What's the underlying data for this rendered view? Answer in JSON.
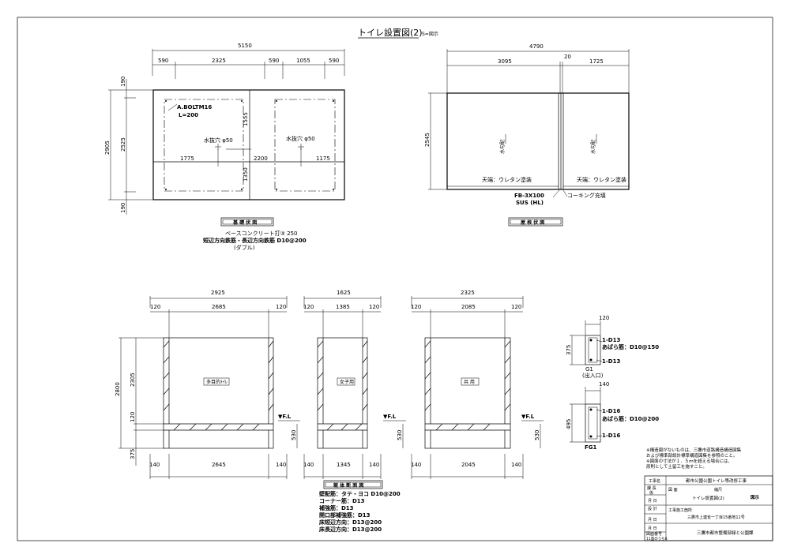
{
  "title": "トイレ設置図(2)",
  "scale": "S=図示",
  "foundation_plan": {
    "overall_width": "5150",
    "segments": [
      "590",
      "2325",
      "590",
      "1055",
      "590"
    ],
    "left_heights": [
      "190",
      "2525",
      "190"
    ],
    "overall_height": "2905",
    "bolt": "A.BOLTM16",
    "bolt_length": "L=200",
    "drain1": "水抜穴 φ50",
    "drain2": "水抜穴 φ50",
    "inner_dims": [
      "1555",
      "1350",
      "1775",
      "2200",
      "1175"
    ],
    "heading": "基 礎 伏 図",
    "notes": [
      "ベースコンクリート打③ 250",
      "短辺方向鉄筋・長辺方向鉄筋 D10@200",
      "(ダブル)"
    ]
  },
  "roof_plan": {
    "overall_width": "4790",
    "segments": [
      "3095",
      "20",
      "1725"
    ],
    "height": "2545",
    "rain_label": "水勾配",
    "ceiling1": "天端：ウレタン塗装",
    "ceiling2": "天端：ウレタン塗装",
    "flat_bar": "FB-3X100",
    "flat_bar_mat": "SUS (HL)",
    "caulking": "コーキング充填",
    "heading": "屋 根 伏 図"
  },
  "elevations": {
    "total_height": "2800",
    "upper": "2305",
    "mid": "120",
    "lower": "375",
    "gl": "▼F.L",
    "gl_dim": "530",
    "rooms": [
      {
        "name": "多目的ﾄｲﾚ",
        "outer": "2925",
        "inner": "2685",
        "wall_l": "120",
        "wall_r": "120",
        "base": "2645",
        "foot_l": "140",
        "foot_r": "140"
      },
      {
        "name": "女子用",
        "outer": "1625",
        "inner": "1385",
        "wall_l": "120",
        "wall_r": "120",
        "base": "1345",
        "foot_l": "140",
        "foot_r": "140"
      },
      {
        "name": "共 用",
        "outer": "2325",
        "inner": "2085",
        "wall_l": "120",
        "wall_r": "120",
        "base": "2045",
        "foot_l": "140",
        "foot_r": "140"
      }
    ],
    "heading": "躯 体 断 面 図",
    "notes": [
      "壁配筋：タテ・ヨコ D10@200",
      "コーナー筋：D13",
      "補強筋：D13",
      "開口部補強筋：D13",
      "床短辺方向：D13@200",
      "床長辺方向：D13@200"
    ]
  },
  "details": {
    "g1_top": "120",
    "g1_height": "375",
    "g1_bar1": "1-D13",
    "g1_stirrup": "あばら筋：D10@150",
    "g1_bar2": "1-D13",
    "g1_name": "G1",
    "g1_sub": "(出入口)",
    "fg1_top": "140",
    "fg1_height": "495",
    "fg1_bar1": "1-D16",
    "fg1_stirrup": "あばら筋：D10@200",
    "fg1_bar2": "1-D16",
    "fg1_name": "FG1"
  },
  "remarks": [
    "※構造図がないものは、三鷹市道路構造構造図集",
    "  および標準部設計標準構造図集を参照のこと。",
    "※図面の寸法が１．５ｍを超える場合には、",
    "  原則として土留工を施すこと。"
  ],
  "title_block": {
    "project_label": "工事名",
    "project": "都市公園公園トイレ等改修工事",
    "drawing_label": "図 面",
    "drawing_name": "トイレ設置図(2)",
    "scale_label": "縮尺",
    "scale_value": "図示",
    "design_label": "設 計",
    "location_label": "工事施工箇所",
    "location": "三鷹市上連雀一丁目15番地11号",
    "approver_label": "図面番号",
    "approver_sub": "11面のうち8",
    "dept": "三鷹市都市整備部緑と公園課",
    "row_labels": [
      "課 長",
      "係",
      "月 日",
      "月 日",
      "月 日"
    ]
  }
}
